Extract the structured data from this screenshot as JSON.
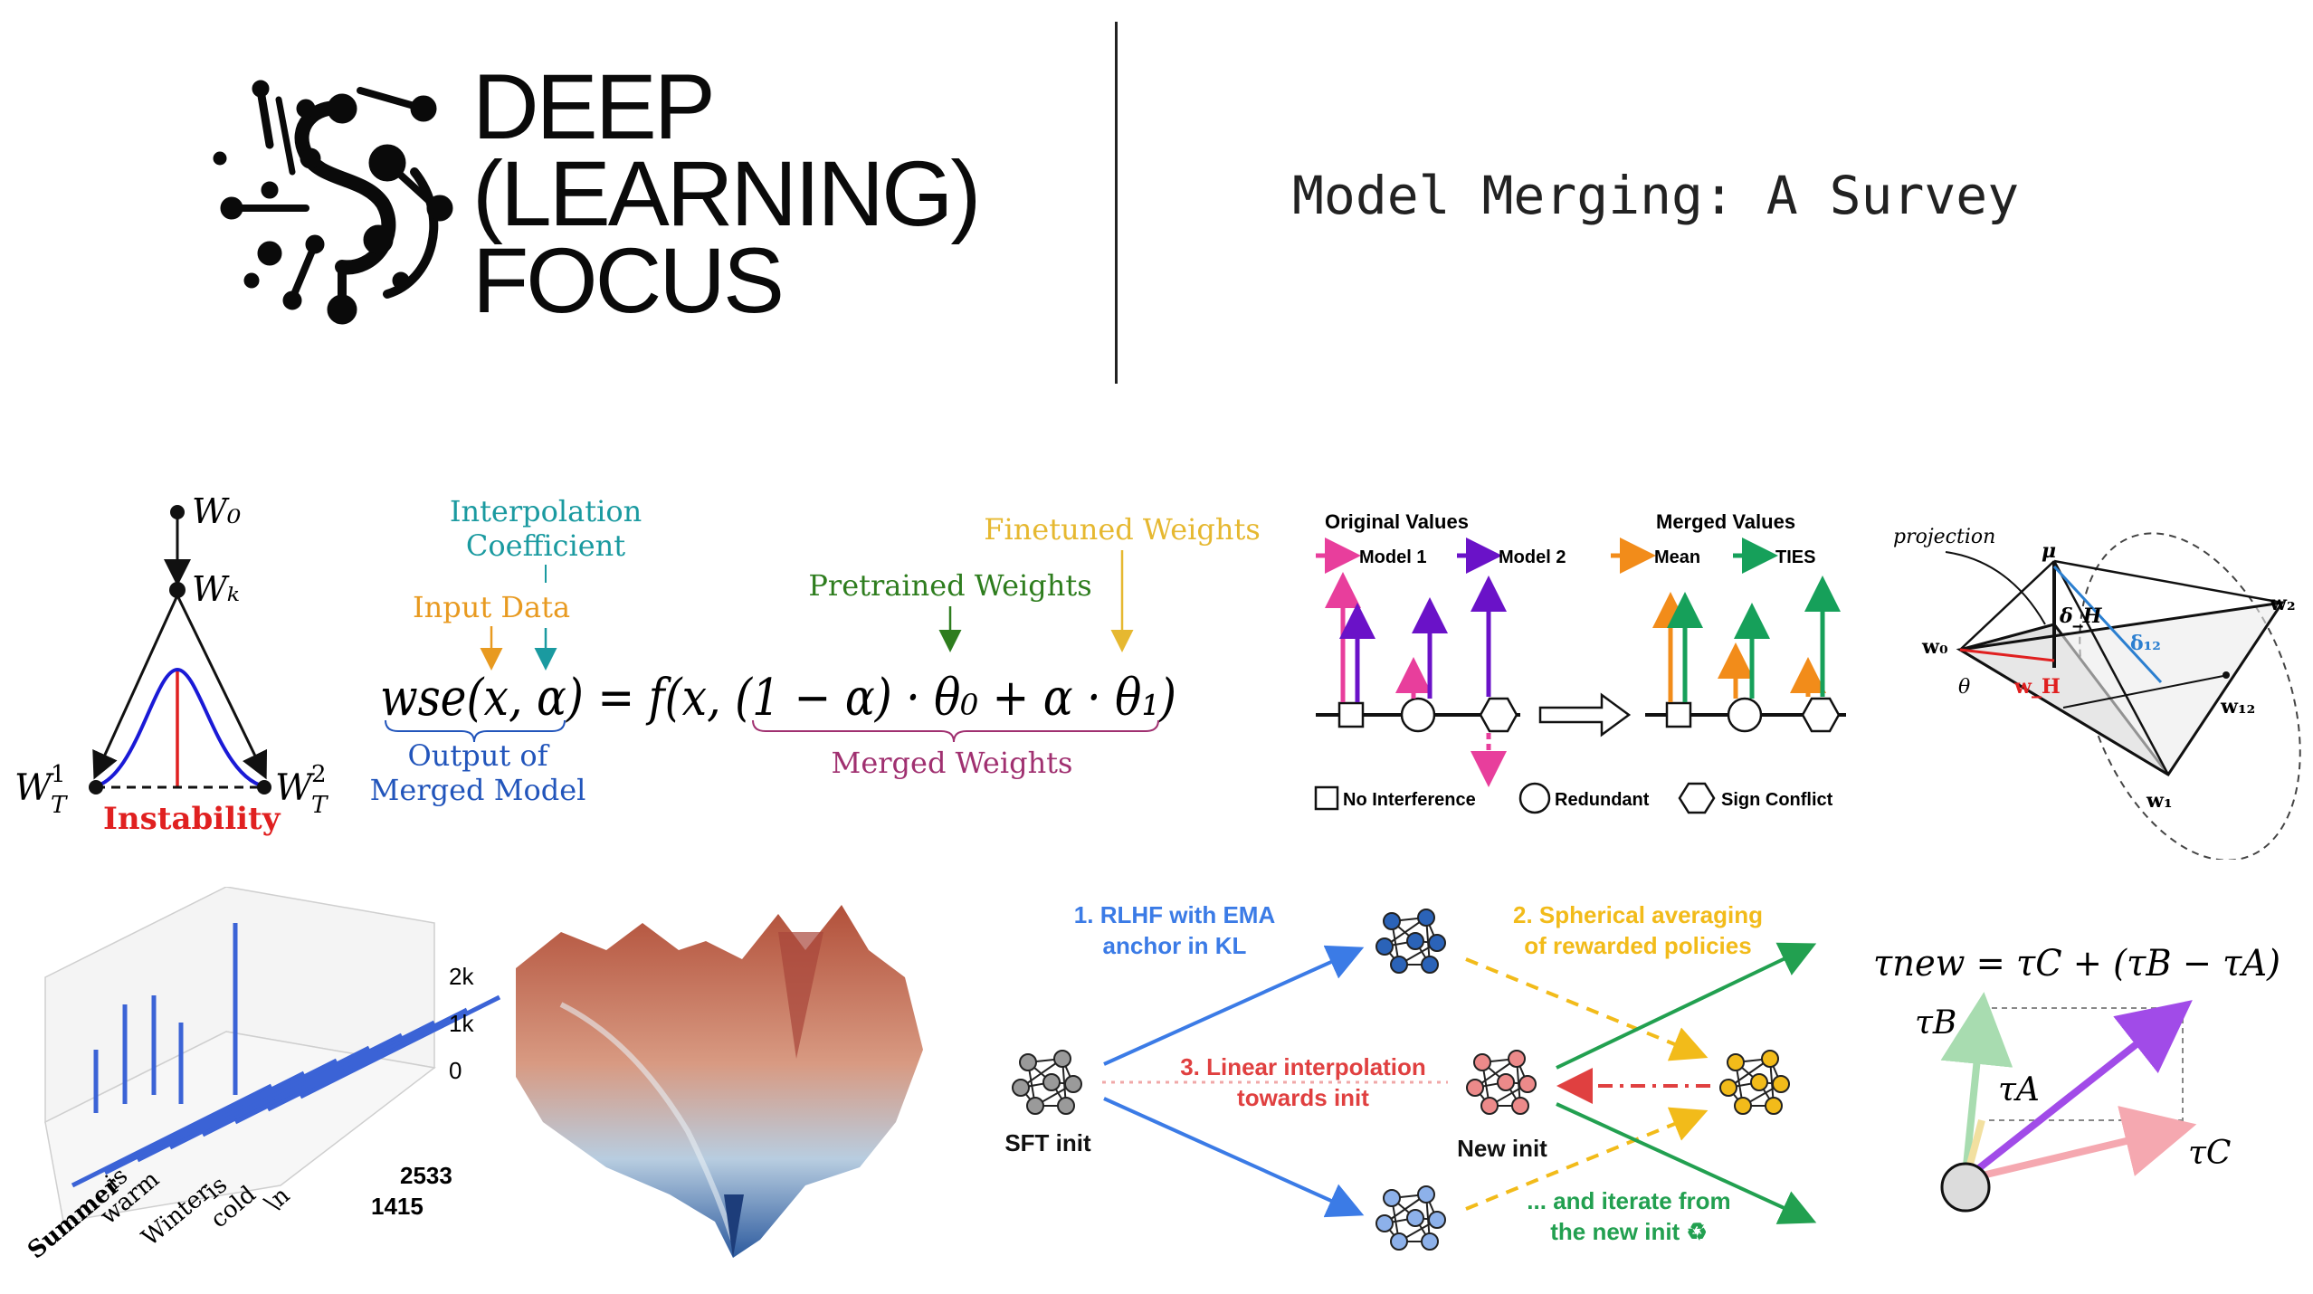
{
  "header": {
    "brand_lines": [
      "DEEP",
      "(LEARNING)",
      "FOCUS"
    ],
    "title": "Model Merging: A Survey"
  },
  "panel_instability": {
    "w0": "W₀",
    "wk": "Wₖ",
    "wt1": "W",
    "wt2": "W",
    "sub": "T",
    "sup1": "1",
    "sup2": "2",
    "label": "Instability",
    "colors": {
      "curve": "#1a1ad6",
      "line": "#e02020"
    }
  },
  "panel_wse": {
    "interp_label": [
      "Interpolation",
      "Coefficient"
    ],
    "input_label": "Input Data",
    "pretrained_label": "Pretrained  Weights",
    "finetuned_label": "Finetuned Weights",
    "output_label": [
      "Output of",
      "Merged Model"
    ],
    "merged_label": "Merged Weights",
    "equation": "wse(x, α) = f(x, (1 − α) · θ₀ + α · θ₁)",
    "colors": {
      "interp": "#1a9aa0",
      "input": "#e89a20",
      "pretrained": "#2e7d1e",
      "finetuned": "#e6b830",
      "output": "#2255bb",
      "merged": "#a03070"
    }
  },
  "panel_ties": {
    "original_title": "Original Values",
    "merged_title": "Merged Values",
    "legend": [
      "Model 1",
      "Model 2",
      "Mean",
      "TIES"
    ],
    "shapes": [
      "No Interference",
      "Redundant",
      "Sign Conflict"
    ],
    "colors": {
      "model1": "#e83e9c",
      "model2": "#6a12c8",
      "mean": "#f28c1a",
      "ties": "#16a05a"
    }
  },
  "panel_projection": {
    "projection_label": "projection",
    "labels": [
      "μ",
      "δ_H",
      "δ₁₂",
      "w₀",
      "θ",
      "w_H",
      "w₂",
      "w₁₂",
      "w₁"
    ]
  },
  "panel_bars3d": {
    "z_ticks": [
      "2k",
      "1k",
      "0"
    ],
    "x_tokens": [
      "Summer",
      "is",
      "warm",
      "Winter",
      "is",
      "cold",
      "\\n"
    ],
    "y_ticks": [
      "2533",
      "1415"
    ],
    "bar_color": "#3b63d6"
  },
  "panel_flow": {
    "step1": [
      "1. RLHF with EMA",
      "anchor in KL"
    ],
    "step2": [
      "2. Spherical averaging",
      "of rewarded policies"
    ],
    "step3": [
      "3. Linear interpolation",
      "towards init"
    ],
    "step4": [
      "... and iterate from",
      "the new init ♻"
    ],
    "sft_label": "SFT init",
    "new_label": "New init",
    "colors": {
      "blue": "#3b7be6",
      "yellow": "#f2bb1a",
      "red": "#e04040",
      "green": "#22a050"
    }
  },
  "panel_tau": {
    "equation": "τnew = τC + (τB − τA)",
    "tau_b": "τB",
    "tau_a": "τA",
    "tau_c": "τC",
    "colors": {
      "purple": "#a14be8",
      "green": "#a8dcb0",
      "pink": "#f5a8b0"
    }
  }
}
